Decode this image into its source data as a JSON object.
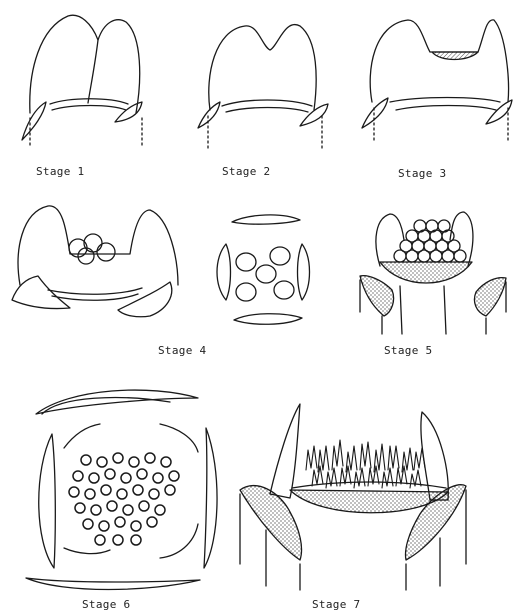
{
  "figure": {
    "stages": [
      {
        "id": 1,
        "label": "Stage 1"
      },
      {
        "id": 2,
        "label": "Stage 2"
      },
      {
        "id": 3,
        "label": "Stage 3"
      },
      {
        "id": 4,
        "label": "Stage 4"
      },
      {
        "id": 5,
        "label": "Stage 5"
      },
      {
        "id": 6,
        "label": "Stage 6"
      },
      {
        "id": 7,
        "label": "Stage 7"
      }
    ]
  },
  "colors": {
    "line": "#1a1a1a",
    "background": "#ffffff"
  }
}
